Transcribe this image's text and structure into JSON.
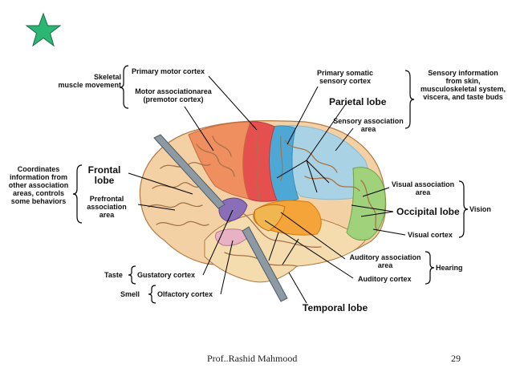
{
  "slide": {
    "footer_author": "Prof..Rashid Mahmood",
    "page_number": "29"
  },
  "labels": {
    "skeletal_muscle": "Skeletal\nmuscle movement",
    "primary_motor_cortex": "Primary motor cortex",
    "motor_association_area": "Motor associationarea\n(premotor cortex)",
    "primary_somatic": "Primary somatic\nsensory cortex",
    "sensory_information": "Sensory information\nfrom skin,\nmusculoskeletal system,\nviscera, and taste buds",
    "parietal_lobe": "Parietal lobe",
    "sensory_association": "Sensory association\narea",
    "coordinates_info": "Coordinates\ninformation from\nother association\nareas, controls\nsome behaviors",
    "frontal_lobe": "Frontal\nlobe",
    "prefrontal_association": "Prefrontal\nassociation\narea",
    "visual_association": "Visual association\narea",
    "vision": "Vision",
    "occipital_lobe": "Occipital lobe",
    "visual_cortex": "Visual cortex",
    "auditory_association": "Auditory association\narea",
    "hearing": "Hearing",
    "auditory_cortex": "Auditory cortex",
    "taste": "Taste",
    "gustatory_cortex": "Gustatory cortex",
    "smell": "Smell",
    "olfactory_cortex": "Olfactory cortex",
    "temporal_lobe": "Temporal lobe"
  },
  "colors": {
    "star": "#2bb673",
    "frontal": "#f3d1a4",
    "premotor": "#ef8f5f",
    "primary_motor": "#e5504f",
    "somatosensory": "#4ea8d6",
    "parietal": "#a9d3e5",
    "occipital_visual": "#9fd27a",
    "temporal": "#f4dcae",
    "auditory": "#f5a43a",
    "gustatory": "#8a6fb8",
    "olfactory": "#e7b2c4"
  },
  "icons": {
    "slide_marker": "star-icon"
  }
}
